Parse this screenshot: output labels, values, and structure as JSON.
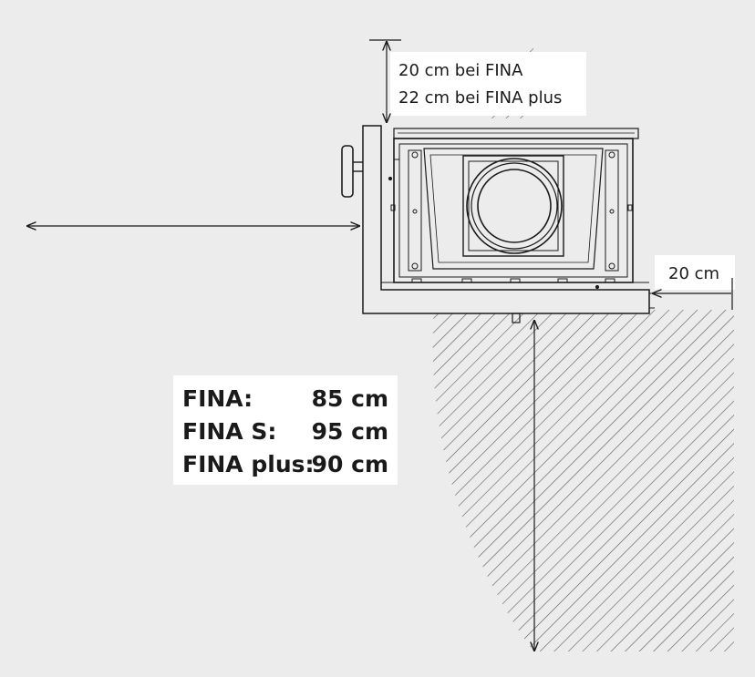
{
  "colors": {
    "background": "#ececec",
    "hatch": "#5a5a5a",
    "line": "#1a1a1a",
    "label_bg": "#ffffff"
  },
  "top_clearance": {
    "line1": "20 cm bei FINA",
    "line2": "22 cm bei FINA plus"
  },
  "side_clearance": {
    "label": "20 cm"
  },
  "front_clearance": [
    {
      "model": "FINA:",
      "value": "85 cm"
    },
    {
      "model": "FINA S:",
      "value": "95 cm"
    },
    {
      "model": "FINA plus:",
      "value": "90 cm"
    }
  ]
}
